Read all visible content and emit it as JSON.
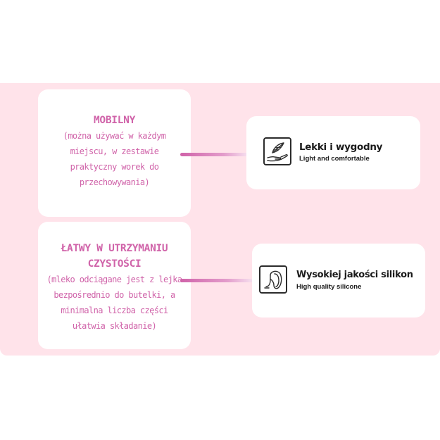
{
  "left_cards": [
    {
      "title": "MOBILNY",
      "body_lines": [
        "(można używać w każdym",
        "miejscu, w zestawie",
        "praktyczny worek do",
        "przechowywania)"
      ]
    },
    {
      "title_lines": [
        "ŁATWY W UTRZYMANIU",
        "CZYSTOŚCI"
      ],
      "body_lines": [
        "(mleko odciągane jest z lejka",
        "bezpośrednio do butelki, a",
        "minimalna liczba części",
        "ułatwia składanie)"
      ]
    }
  ],
  "features": [
    {
      "icon": "feather-hand-icon",
      "title": "Lekki i wygodny",
      "subtitle": "Light and comfortable"
    },
    {
      "icon": "silicone-funnel-icon",
      "title": "Wysokiej jakości silikon",
      "subtitle": "High quality silicone"
    }
  ],
  "colors": {
    "background_panel": "#ffe3ea",
    "accent_pink": "#d063a9",
    "text_dark": "#1a1a1a"
  }
}
